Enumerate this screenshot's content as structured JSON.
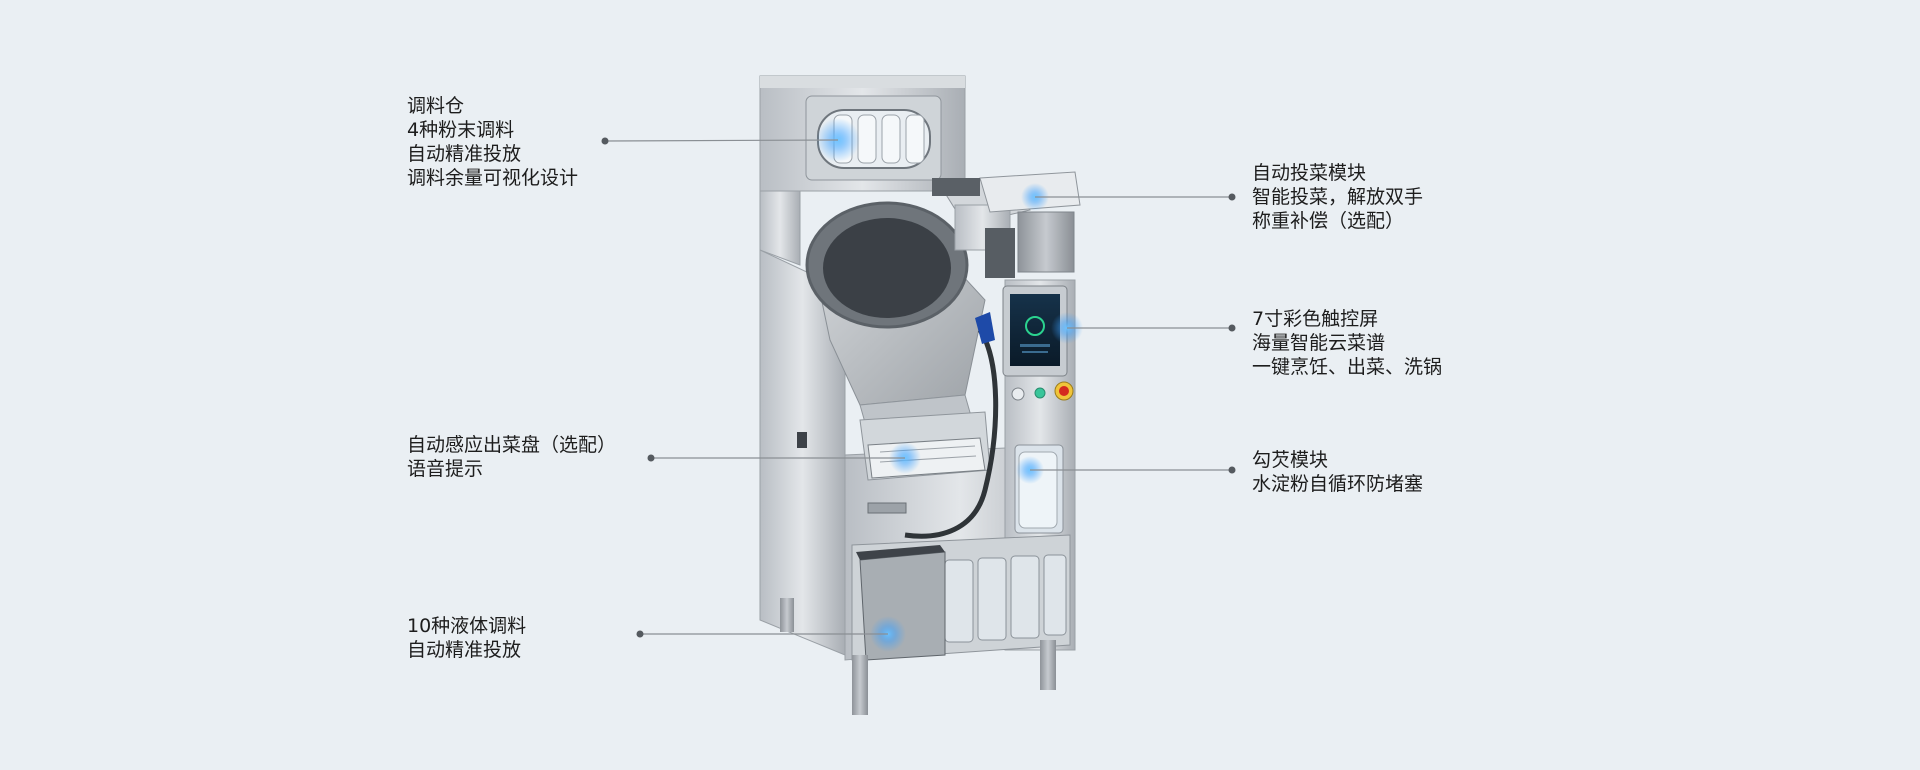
{
  "callouts": {
    "seasoning_bin": [
      "调料仓",
      "4种粉末调料",
      "自动精准投放",
      "调料余量可视化设计"
    ],
    "auto_feeder": [
      "自动投菜模块",
      "智能投菜，解放双手",
      "称重补偿（选配）"
    ],
    "touchscreen": [
      "7寸彩色触控屏",
      "海量智能云菜谱",
      "一键烹饪、出菜、洗锅"
    ],
    "serving_tray": [
      "自动感应出菜盘（选配）",
      "语音提示"
    ],
    "thickener": [
      "勾芡模块",
      "水淀粉自循环防堵塞"
    ],
    "liquid_seasoning": [
      "10种液体调料",
      "自动精准投放"
    ]
  },
  "colors": {
    "background": "#eaeff3",
    "text": "#1d1d1d",
    "leader_line": "#8a8f94",
    "highlight_glow": "#3aa0ff",
    "steel": "#c9ced3",
    "emergency_stop": "#d42a1f"
  },
  "icons": [
    "emergency-stop-icon"
  ]
}
